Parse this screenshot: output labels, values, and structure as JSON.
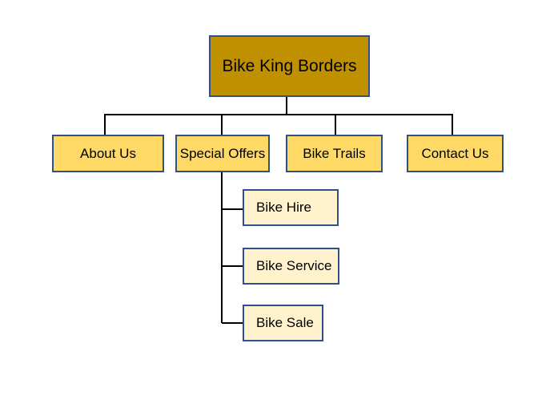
{
  "diagram": {
    "root": {
      "label": "Bike King Borders",
      "color": "#bf9000"
    },
    "children": [
      {
        "label": "About Us",
        "color": "#ffd966"
      },
      {
        "label": "Special Offers",
        "color": "#ffd966",
        "children": [
          {
            "label": "Bike Hire",
            "color": "#fff2cc"
          },
          {
            "label": "Bike Service",
            "color": "#fff2cc"
          },
          {
            "label": "Bike Sale",
            "color": "#fff2cc"
          }
        ]
      },
      {
        "label": "Bike Trails",
        "color": "#ffd966"
      },
      {
        "label": "Contact Us",
        "color": "#ffd966"
      }
    ],
    "border_color": "#2f4f8f",
    "line_color": "#000000"
  }
}
